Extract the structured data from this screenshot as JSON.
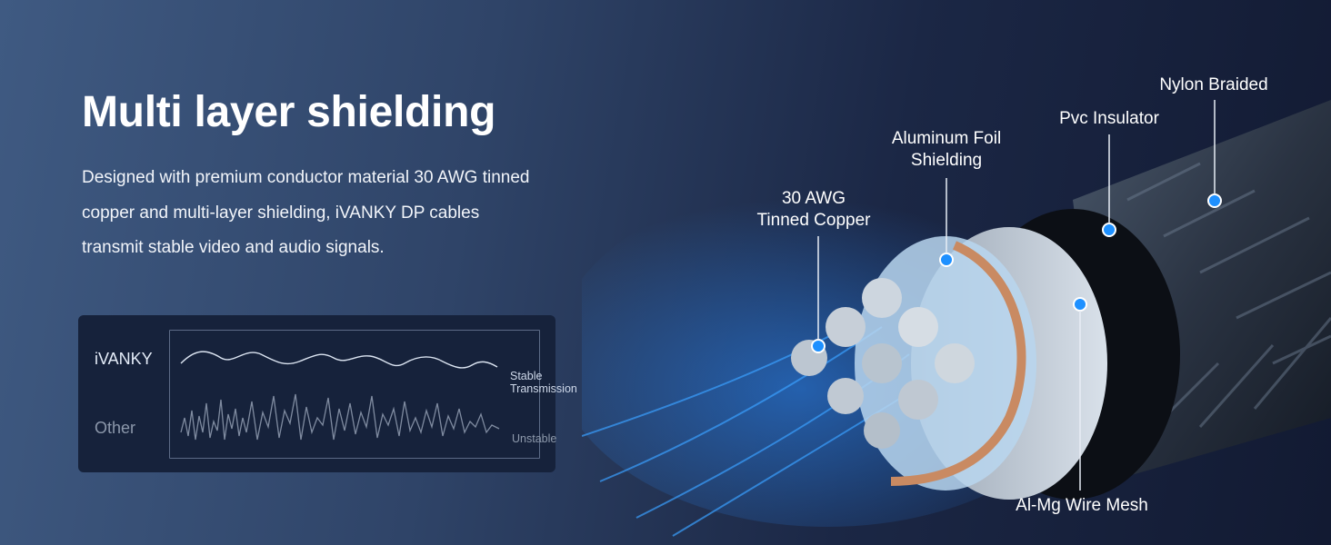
{
  "headline": "Multi layer shielding",
  "description": {
    "line1": "Designed with premium conductor material 30 AWG tinned",
    "line2": "copper and multi-layer shielding, iVANKY DP cables",
    "line3": "transmit stable video and audio signals."
  },
  "comparison": {
    "rows": [
      {
        "label": "iVANKY",
        "caption": "Stable Transmission"
      },
      {
        "label": "Other",
        "caption": "Unstable"
      }
    ]
  },
  "callouts": {
    "copper_line1": "30 AWG",
    "copper_line2": "Tinned Copper",
    "foil_line1": "Aluminum Foil",
    "foil_line2": "Shielding",
    "pvc": "Pvc Insulator",
    "nylon": "Nylon Braided",
    "mesh": "Al-Mg Wire Mesh"
  },
  "colors": {
    "accent": "#1e90ff",
    "background_left": "#3f5a82",
    "background_right": "#121a32"
  }
}
